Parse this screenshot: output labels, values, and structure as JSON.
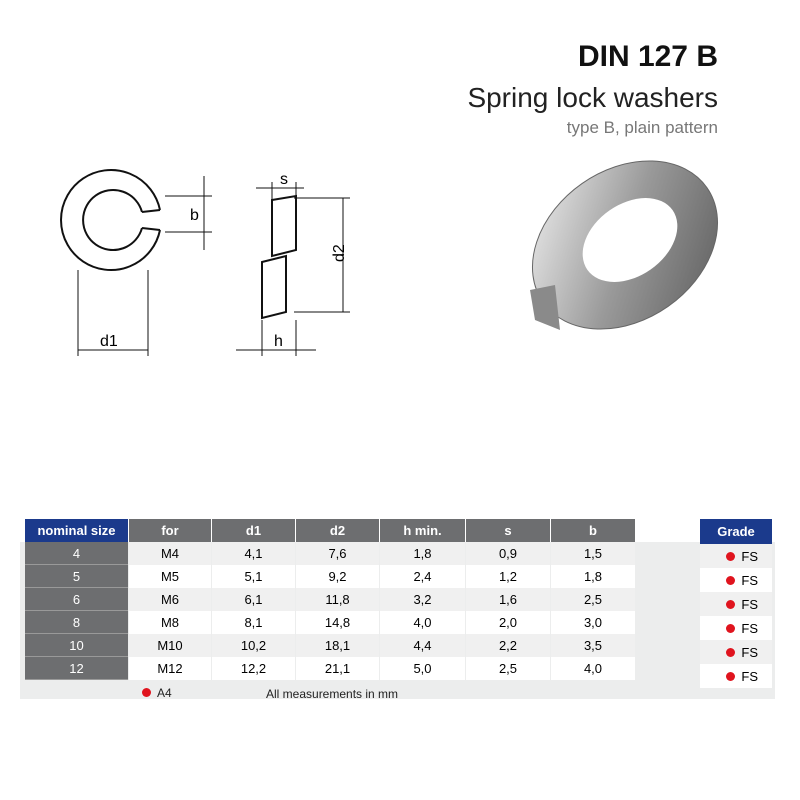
{
  "header": {
    "title": "DIN 127 B",
    "subtitle": "Spring lock washers",
    "type": "type B, plain pattern"
  },
  "drawing_labels": {
    "b": "b",
    "d1": "d1",
    "s": "s",
    "d2": "d2",
    "h": "h"
  },
  "table": {
    "columns": [
      "nominal size",
      "for",
      "d1",
      "d2",
      "h min.",
      "s",
      "b"
    ],
    "rows": [
      [
        "4",
        "M4",
        "4,1",
        "7,6",
        "1,8",
        "0,9",
        "1,5"
      ],
      [
        "5",
        "M5",
        "5,1",
        "9,2",
        "2,4",
        "1,2",
        "1,8"
      ],
      [
        "6",
        "M6",
        "6,1",
        "11,8",
        "3,2",
        "1,6",
        "2,5"
      ],
      [
        "8",
        "M8",
        "8,1",
        "14,8",
        "4,0",
        "2,0",
        "3,0"
      ],
      [
        "10",
        "M10",
        "10,2",
        "18,1",
        "4,4",
        "2,2",
        "3,5"
      ],
      [
        "12",
        "M12",
        "12,2",
        "21,1",
        "5,0",
        "2,5",
        "4,0"
      ]
    ]
  },
  "grade": {
    "header": "Grade",
    "values": [
      "FS",
      "FS",
      "FS",
      "FS",
      "FS",
      "FS"
    ]
  },
  "footer": {
    "legend": "A4",
    "note": "All measurements in mm"
  },
  "colors": {
    "header_blue": "#1b3a8c",
    "header_grey": "#6d6e70",
    "dot_red": "#e0141e"
  }
}
